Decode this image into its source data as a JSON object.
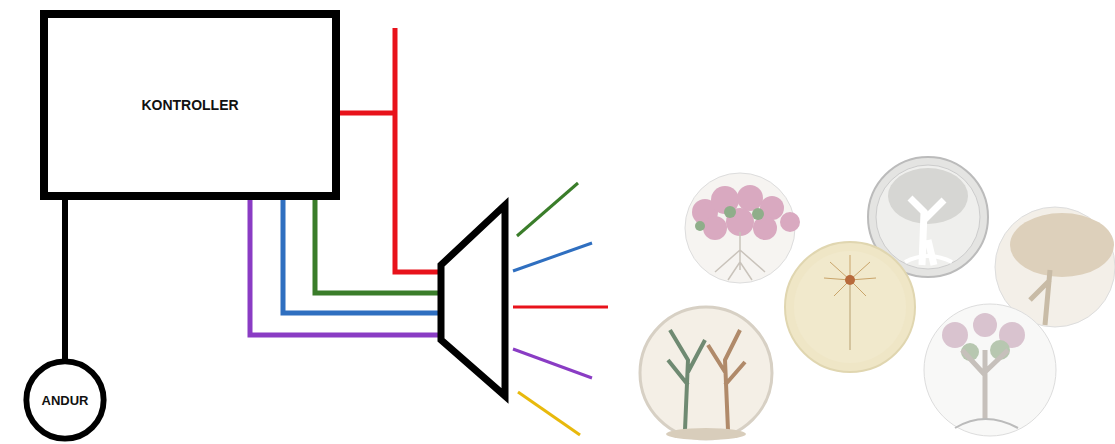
{
  "diagram": {
    "nodes": [
      {
        "text": [
          "KONTROLLER"
        ]
      },
      {
        "text": [
          "ANDUR"
        ]
      }
    ],
    "edges": [
      {
        "from": 0,
        "to": 1,
        "arrow": "none"
      }
    ]
  }
}
